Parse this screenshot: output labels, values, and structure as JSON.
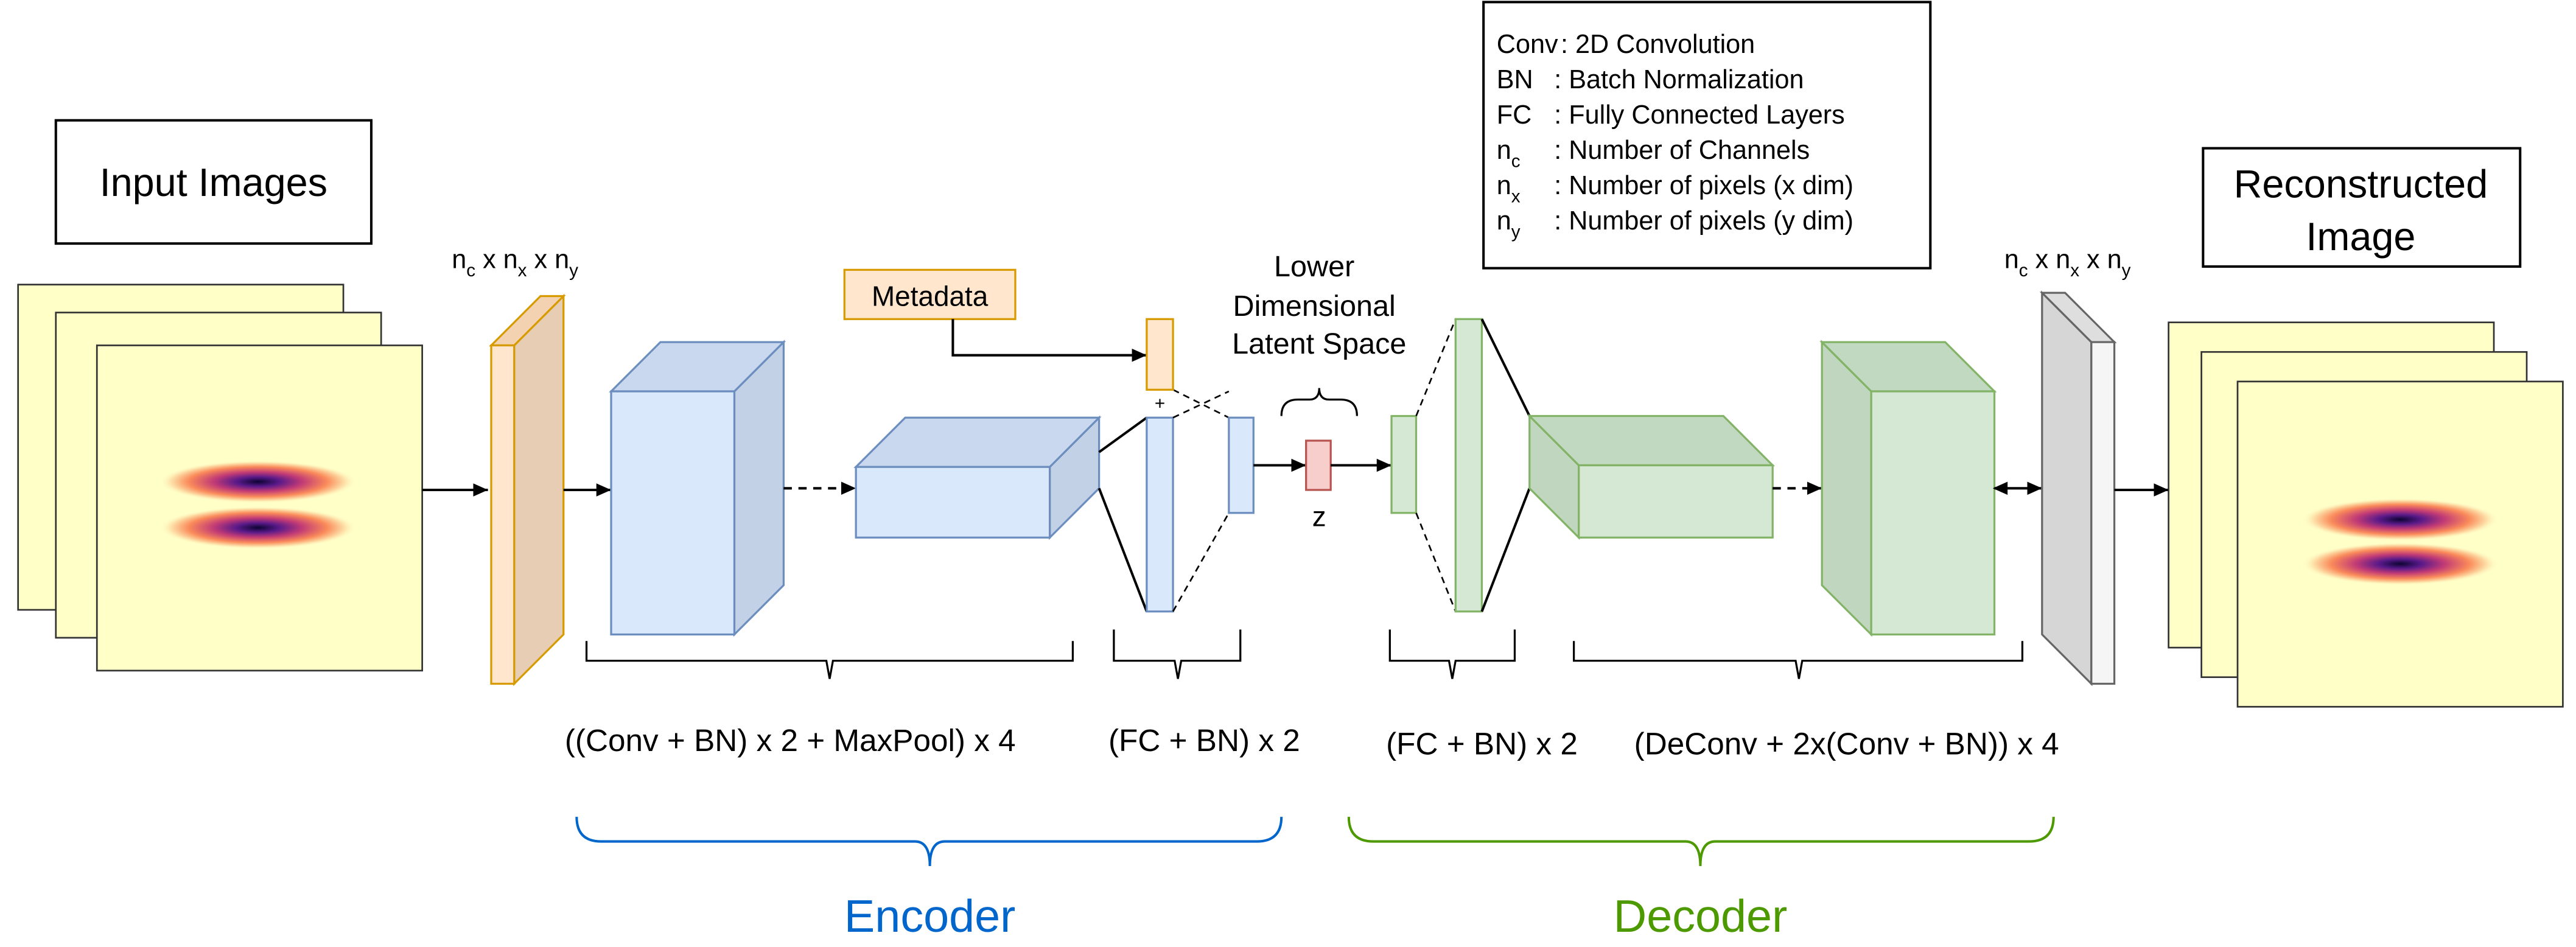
{
  "title_input": "Input Images",
  "title_output_line1": "Reconstructed",
  "title_output_line2": "Image",
  "dims_label": {
    "n": "n",
    "c": "c",
    "x": "x",
    "y": "y",
    "times": " x "
  },
  "legend": {
    "rows": [
      {
        "key": "Conv",
        "sub": "",
        "sep": ": ",
        "desc": "2D Convolution"
      },
      {
        "key": "BN",
        "sub": "",
        "sep": "   : ",
        "desc": "Batch Normalization"
      },
      {
        "key": "FC",
        "sub": "",
        "sep": "   : ",
        "desc": "Fully Connected Layers"
      },
      {
        "key": "n",
        "sub": "c",
        "sep": "   : ",
        "desc": "Number of Channels"
      },
      {
        "key": "n",
        "sub": "x",
        "sep": "   : ",
        "desc": "Number of pixels (x dim)"
      },
      {
        "key": "n",
        "sub": "y",
        "sep": "   : ",
        "desc": "Number of pixels (y dim)"
      }
    ]
  },
  "metadata_label": "Metadata",
  "plus_sign": "+",
  "latent_label": [
    "Lower",
    "Dimensional",
    "Latent Space"
  ],
  "z_label": "z",
  "encoder_conv_block": "((Conv + BN) x 2 + MaxPool) x 4",
  "encoder_fc_block": "(FC + BN) x 2",
  "decoder_fc_block": "(FC + BN) x 2",
  "decoder_deconv_block": "(DeConv + 2x(Conv + BN)) x 4",
  "encoder_label": "Encoder",
  "decoder_label": "Decoder",
  "colors": {
    "image_bg": "#ffffc8",
    "encoder_fill": "#dae8fc",
    "encoder_stroke": "#6c8ebf",
    "decoder_fill": "#d5e8d4",
    "decoder_stroke": "#82b366",
    "orange_fill": "#ffe6cc",
    "orange_stroke": "#d79b00",
    "latent_fill": "#f8cecc",
    "latent_stroke": "#b85450",
    "output_layer_fill": "#f5f5f5",
    "output_layer_stroke": "#666666",
    "encoder_text": "#0066cc",
    "decoder_text": "#4d9900"
  }
}
